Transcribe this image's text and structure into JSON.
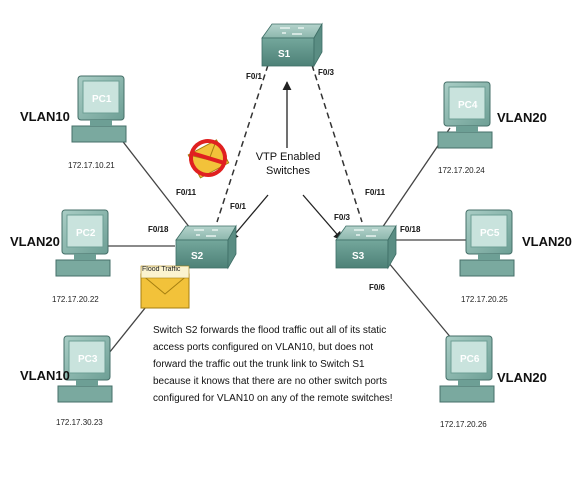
{
  "switches": {
    "s1": {
      "label": "S1",
      "ports": [
        "F0/1",
        "F0/3"
      ]
    },
    "s2": {
      "label": "S2",
      "ports": [
        "F0/11",
        "F0/1",
        "F0/18"
      ]
    },
    "s3": {
      "label": "S3",
      "ports": [
        "F0/11",
        "F0/3",
        "F0/18",
        "F0/6"
      ]
    }
  },
  "pcs": [
    {
      "label": "PC1",
      "vlan": "VLAN10",
      "ip": "172.17.10.21"
    },
    {
      "label": "PC2",
      "vlan": "VLAN20",
      "ip": "172.17.20.22"
    },
    {
      "label": "PC3",
      "vlan": "VLAN10",
      "ip": "172.17.30.23"
    },
    {
      "label": "PC4",
      "vlan": "VLAN20",
      "ip": "172.17.20.24"
    },
    {
      "label": "PC5",
      "vlan": "VLAN20",
      "ip": "172.17.20.25"
    },
    {
      "label": "PC6",
      "vlan": "VLAN20",
      "ip": "172.17.20.26"
    }
  ],
  "callout": {
    "line1": "VTP Enabled",
    "line2": "Switches"
  },
  "flood_label": "Flood Traffic",
  "note_lines": [
    "Switch S2 forwards the flood traffic out all of its static",
    "access ports configured on VLAN10, but does not",
    "forward the traffic out the trunk link to Switch S1",
    "because it knows that there are no other switch ports",
    "configured for VLAN10 on any of the remote switches!"
  ],
  "colors": {
    "device": "#8fb8ae",
    "device_dark": "#5e8f86",
    "screen": "#c9e3dd",
    "envelope": "#f2c23a",
    "prohibit": "#e02020"
  }
}
